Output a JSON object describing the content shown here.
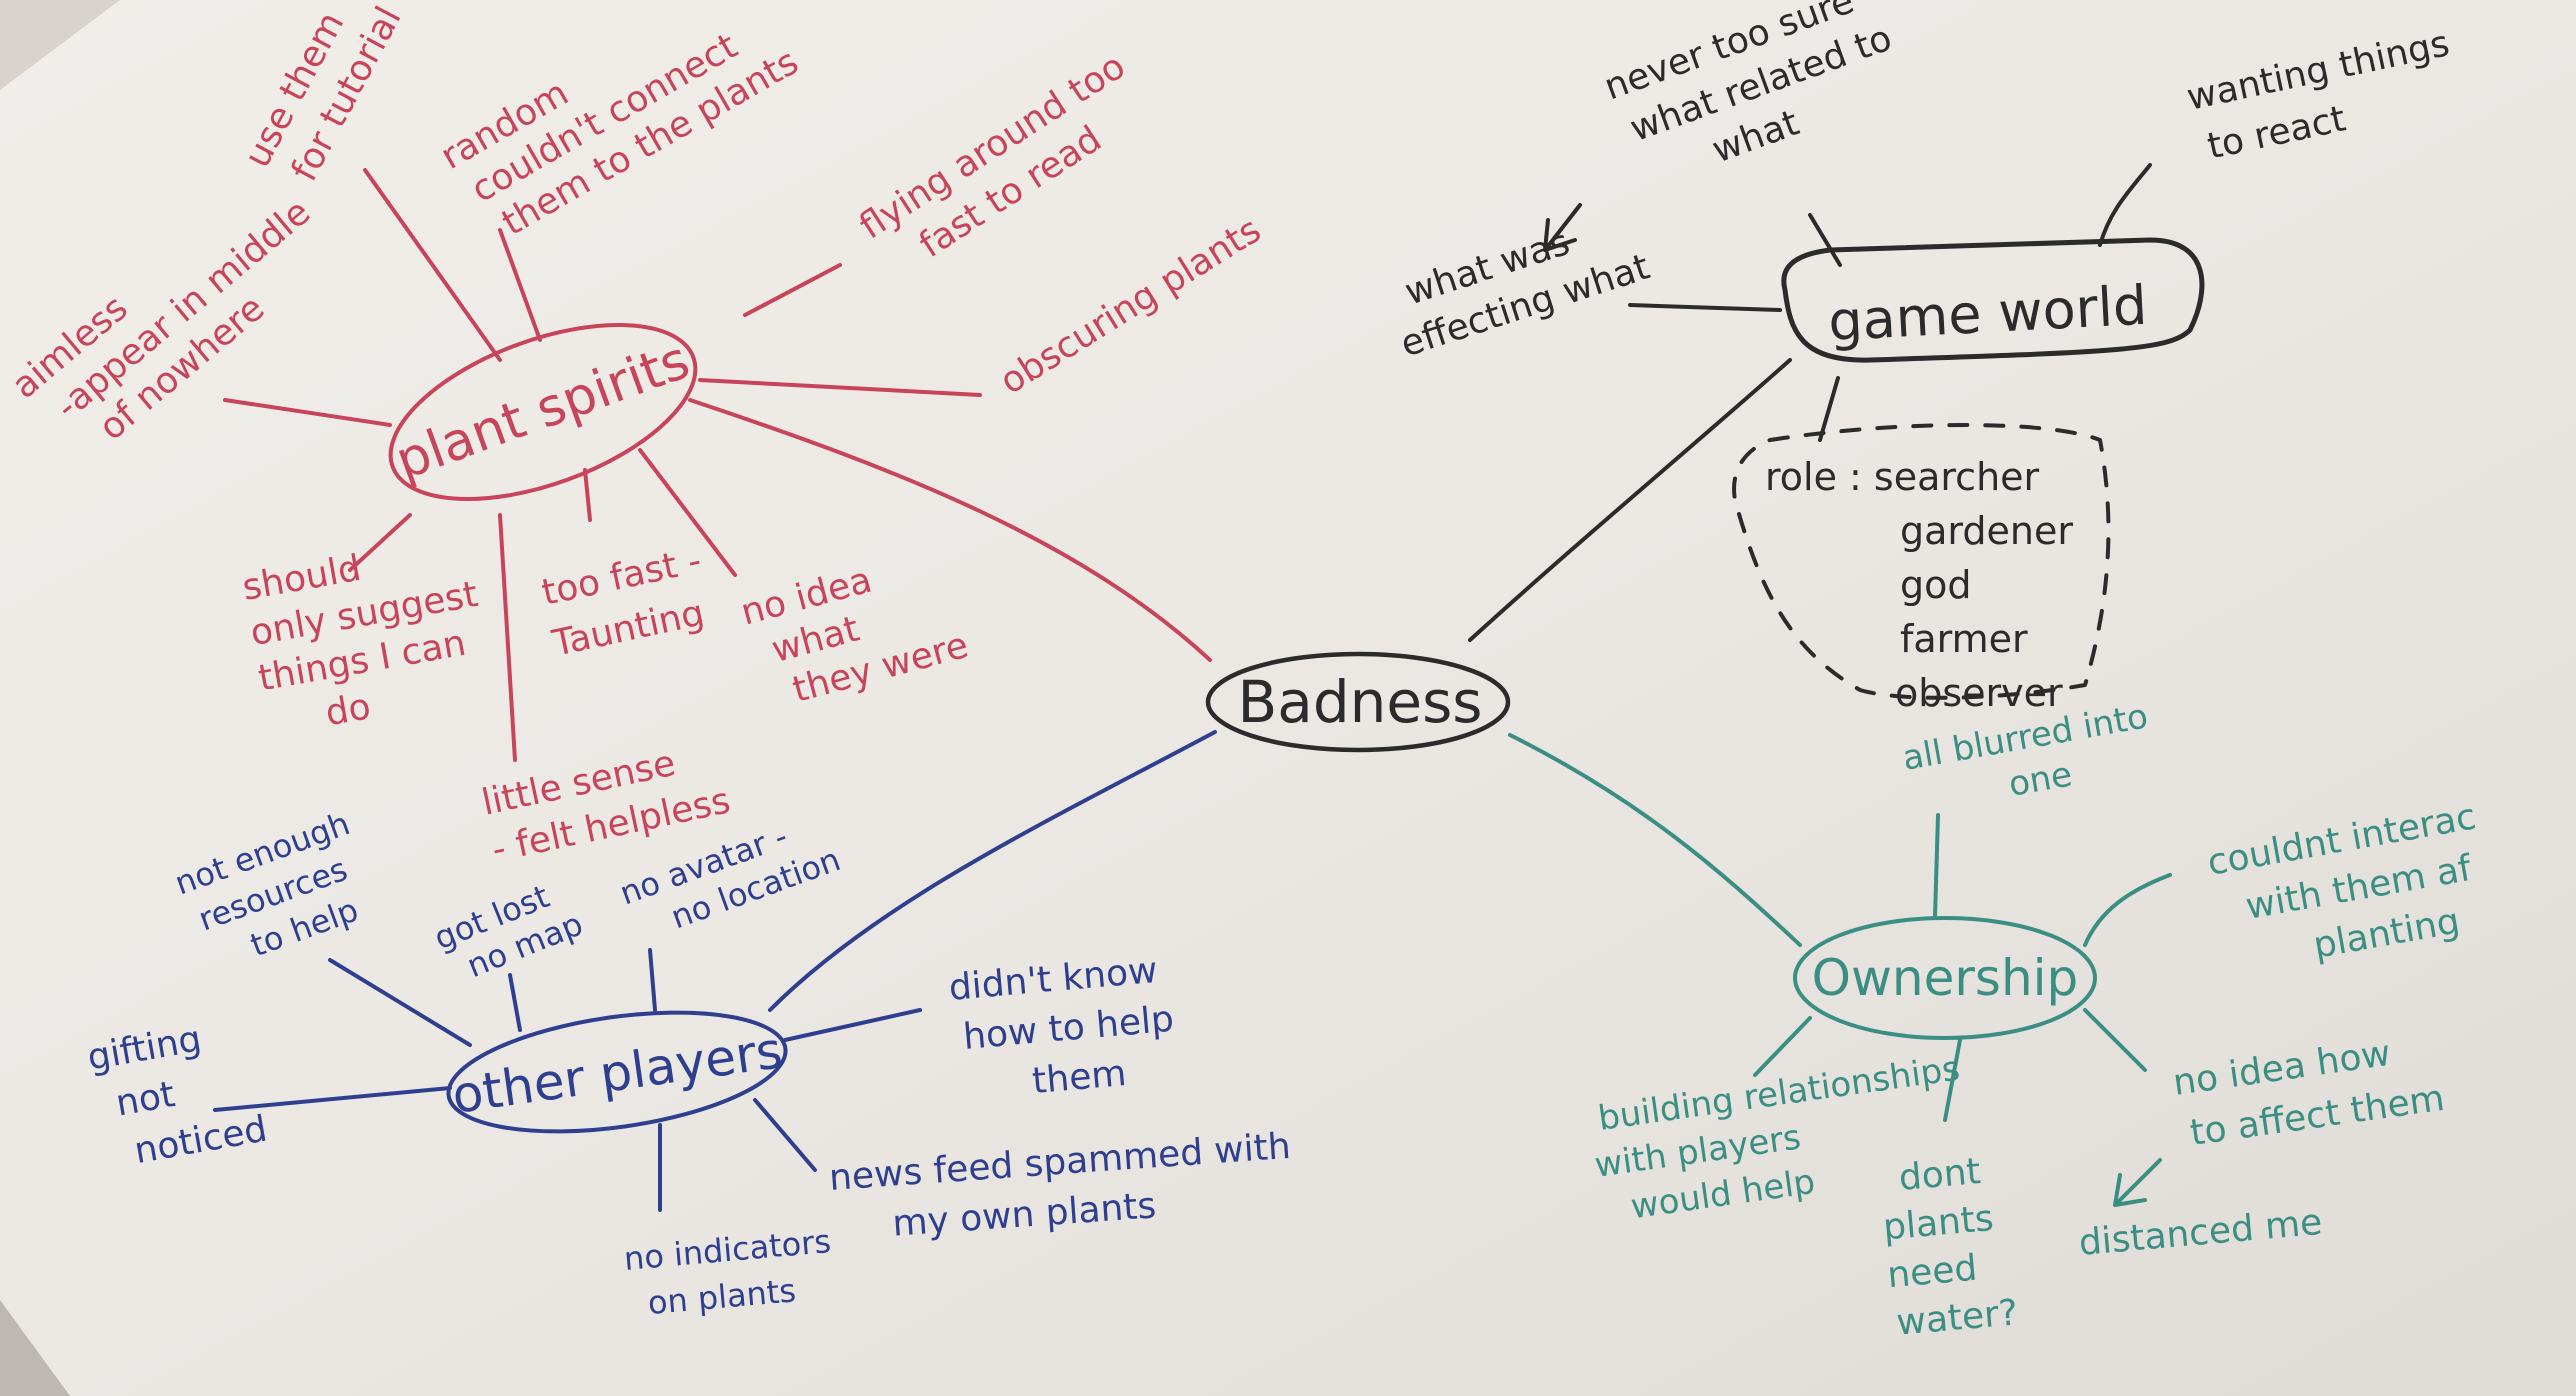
{
  "colors": {
    "paper": "#ebe8e4",
    "paper_shadow": "#cfcac5",
    "black": "#2b2b2b",
    "red": "#c8445a",
    "blue": "#2f3f8f",
    "teal": "#3b8f82"
  },
  "center": {
    "label": "Badness"
  },
  "plant_spirits": {
    "label": "plant spirits",
    "notes": {
      "n1": [
        "use them",
        "for tutorial"
      ],
      "n2": [
        "random",
        "couldn't connect",
        "them to the plants"
      ],
      "n3": [
        "flying around too",
        "fast to read"
      ],
      "n4": [
        "obscuring plants"
      ],
      "n5": [
        "aimless",
        "-appear in middle",
        "of nowhere"
      ],
      "n6": [
        "should",
        "only suggest",
        "things I can",
        "do"
      ],
      "n7": [
        "too fast -",
        "Taunting"
      ],
      "n8": [
        "no idea",
        "what",
        "they were"
      ],
      "n9": [
        "little sense",
        "- felt helpless"
      ]
    }
  },
  "game_world": {
    "label": "game world",
    "notes": {
      "n1": [
        "never too sure",
        "what related to",
        "what"
      ],
      "n2": [
        "wanting things",
        "to react"
      ],
      "n3": [
        "what was",
        "effecting what"
      ]
    },
    "role_box": [
      "role : searcher",
      "gardener",
      "god",
      "farmer",
      "observer"
    ]
  },
  "other_players": {
    "label": "other players",
    "notes": {
      "n1": [
        "not enough",
        "resources",
        "to help"
      ],
      "n2": [
        "got lost",
        "no map"
      ],
      "n3": [
        "no avatar -",
        "no location"
      ],
      "n4": [
        "didn't know",
        "how to help",
        "them"
      ],
      "n5": [
        "gifting",
        "not",
        "noticed"
      ],
      "n6": [
        "news feed spammed with",
        "my own plants"
      ],
      "n7": [
        "no indicators",
        "on plants"
      ]
    }
  },
  "ownership": {
    "label": "Ownership",
    "notes": {
      "n1": [
        "all blurred into",
        "one"
      ],
      "n2": [
        "couldnt interac",
        "with them af",
        "planting"
      ],
      "n3": [
        "building relationships",
        "with players",
        "would help"
      ],
      "n4": [
        "dont",
        "plants",
        "need",
        "water?"
      ],
      "n5": [
        "no idea how",
        "to affect them"
      ],
      "n6": [
        "distanced me"
      ]
    }
  }
}
